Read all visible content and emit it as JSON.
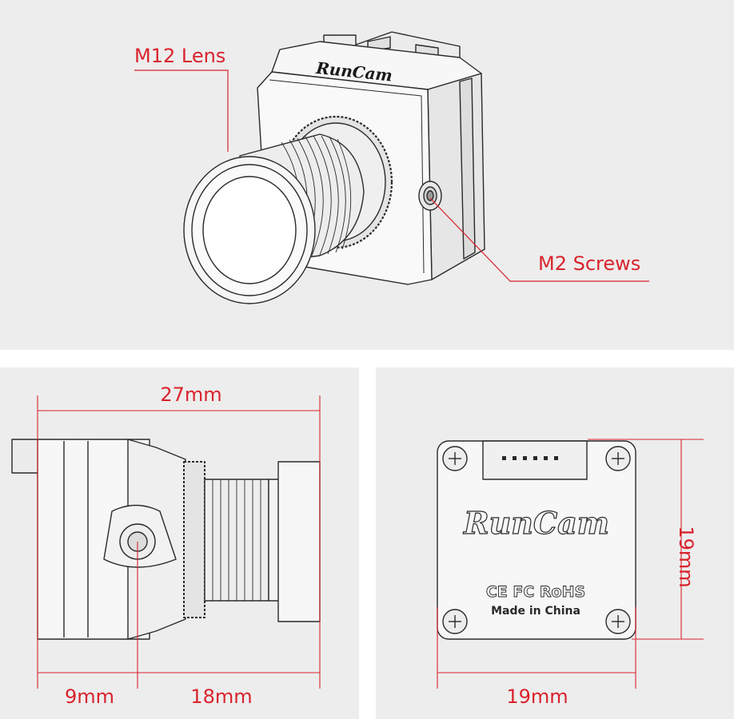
{
  "diagram": {
    "callouts": {
      "lens": "M12 Lens",
      "screws": "M2 Screws"
    },
    "brand": "RunCam",
    "back_marks": {
      "certifications": "CE FC RoHS",
      "origin": "Made in China"
    },
    "dimensions": {
      "total_length": "27mm",
      "body_length": "9mm",
      "lens_length": "18mm",
      "back_width": "19mm",
      "back_height": "19mm"
    },
    "colors": {
      "background": "#ededed",
      "panel_gap": "#ffffff",
      "annotation": "#d9232d",
      "line_art": "#2a2a2a",
      "body_fill": "#f2f2f2"
    }
  }
}
